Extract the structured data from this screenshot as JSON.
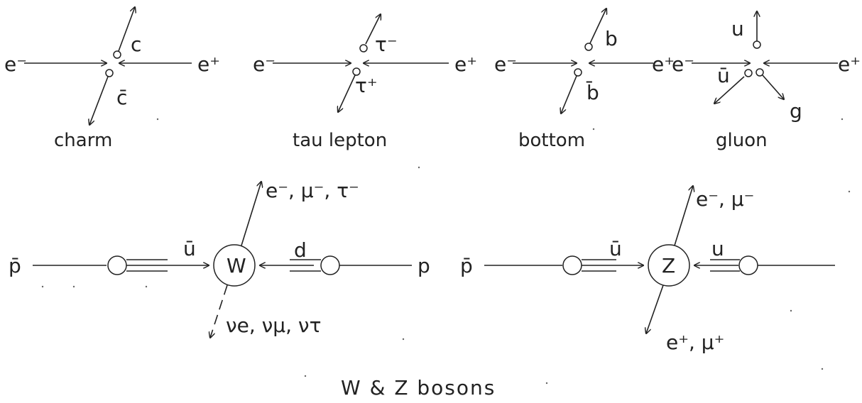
{
  "panels": {
    "charm": {
      "e_minus": "e⁻",
      "e_plus": "e⁺",
      "out1": "c",
      "out2": "c̄",
      "caption": "charm"
    },
    "tau": {
      "e_minus": "e⁻",
      "e_plus": "e⁺",
      "out1": "τ⁻",
      "out2": "τ⁺",
      "caption": "tau lepton"
    },
    "bottom": {
      "e_minus": "e⁻",
      "e_plus": "e⁺",
      "out1": "b",
      "out2": "b̄",
      "caption": "bottom"
    },
    "gluon": {
      "e_minus": "e⁻",
      "e_plus": "e⁺",
      "out1": "u",
      "out2": "ū",
      "out3": "g",
      "caption": "gluon"
    },
    "w": {
      "p_bar": "p̄",
      "p": "p",
      "quark_left": "ū",
      "quark_right": "d",
      "boson": "W",
      "leptons_up": "e⁻, μ⁻, τ⁻",
      "neutrinos_down": "νe, νμ, ντ"
    },
    "z": {
      "p_bar": "p̄",
      "quark_left": "ū",
      "quark_right": "u",
      "boson": "Z",
      "leptons_up": "e⁻, μ⁻",
      "leptons_down": "e⁺, μ⁺"
    }
  },
  "title": "W & Z bosons",
  "colors": {
    "ink": "#222222",
    "paper": "#ffffff"
  }
}
